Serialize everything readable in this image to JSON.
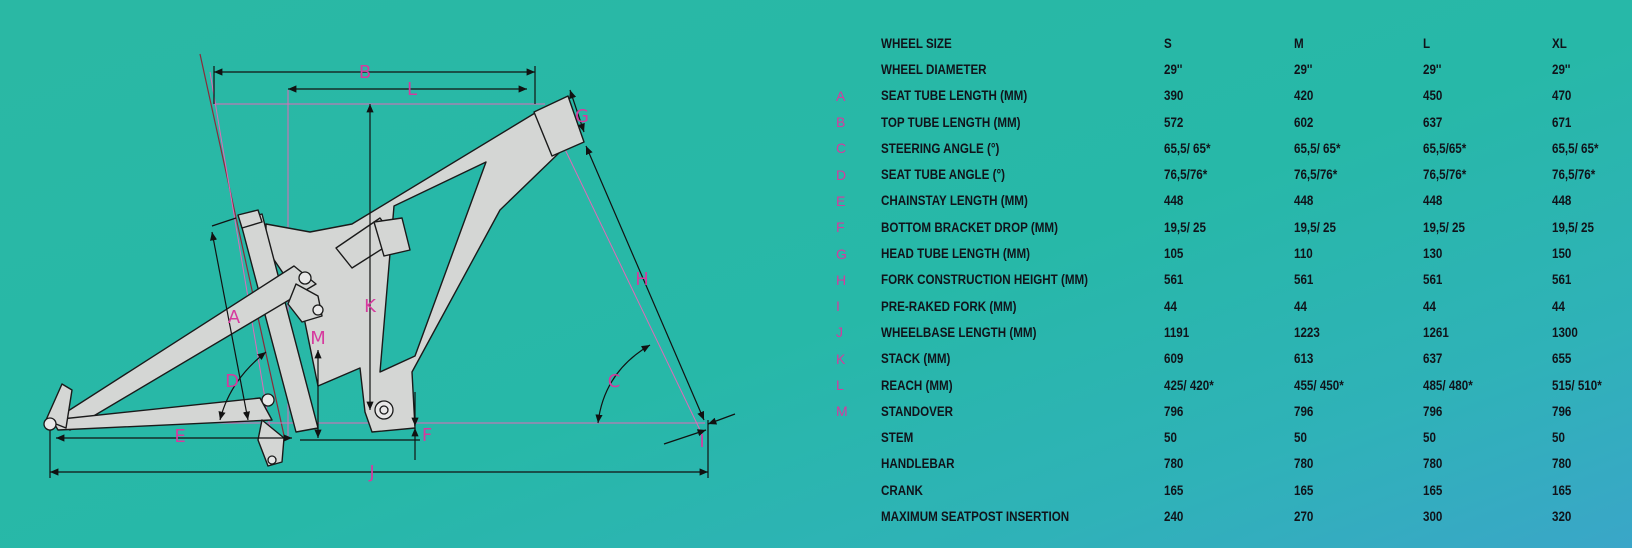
{
  "diagram": {
    "labels": {
      "A": "A",
      "B": "B",
      "C": "C",
      "D": "D",
      "E": "E",
      "F": "F",
      "G": "G",
      "H": "H",
      "I": "I",
      "J": "J",
      "K": "K",
      "L": "L",
      "M": "M"
    },
    "colors": {
      "frame": "#d4d6d4",
      "outline": "#1a1a1a",
      "dimension": "#111111",
      "label": "#d63a9e",
      "reference": "#e06ab8"
    }
  },
  "table": {
    "header": {
      "label": "WHEEL SIZE",
      "sizes": [
        "S",
        "M",
        "L",
        "XL"
      ]
    },
    "rows": [
      {
        "code": "",
        "label": "WHEEL DIAMETER",
        "values": [
          "29''",
          "29''",
          "29''",
          "29''"
        ]
      },
      {
        "code": "A",
        "label": "SEAT TUBE LENGTH (MM)",
        "values": [
          "390",
          "420",
          "450",
          "470"
        ]
      },
      {
        "code": "B",
        "label": "TOP TUBE LENGTH (MM)",
        "values": [
          "572",
          "602",
          "637",
          "671"
        ]
      },
      {
        "code": "C",
        "label": "STEERING ANGLE (°)",
        "values": [
          "65,5/ 65*",
          "65,5/ 65*",
          "65,5/65*",
          "65,5/ 65*"
        ]
      },
      {
        "code": "D",
        "label": "SEAT TUBE ANGLE (°)",
        "values": [
          "76,5/76*",
          "76,5/76*",
          "76,5/76*",
          "76,5/76*"
        ]
      },
      {
        "code": "E",
        "label": "CHAINSTAY LENGTH (MM)",
        "values": [
          "448",
          "448",
          "448",
          "448"
        ]
      },
      {
        "code": "F",
        "label": "BOTTOM BRACKET DROP (MM)",
        "values": [
          "19,5/ 25",
          "19,5/ 25",
          "19,5/ 25",
          "19,5/ 25"
        ]
      },
      {
        "code": "G",
        "label": "HEAD TUBE LENGTH (MM)",
        "values": [
          "105",
          "110",
          "130",
          "150"
        ]
      },
      {
        "code": "H",
        "label": "FORK CONSTRUCTION HEIGHT (MM)",
        "values": [
          "561",
          "561",
          "561",
          "561"
        ]
      },
      {
        "code": "I",
        "label": "PRE-RAKED FORK (MM)",
        "values": [
          "44",
          "44",
          "44",
          "44"
        ]
      },
      {
        "code": "J",
        "label": "WHEELBASE LENGTH (MM)",
        "values": [
          "1191",
          "1223",
          "1261",
          "1300"
        ]
      },
      {
        "code": "K",
        "label": "STACK (MM)",
        "values": [
          "609",
          "613",
          "637",
          "655"
        ]
      },
      {
        "code": "L",
        "label": "REACH (MM)",
        "values": [
          "425/ 420*",
          "455/ 450*",
          "485/ 480*",
          "515/ 510*"
        ]
      },
      {
        "code": "M",
        "label": "STANDOVER",
        "values": [
          "796",
          "796",
          "796",
          "796"
        ]
      },
      {
        "code": "",
        "label": "STEM",
        "values": [
          "50",
          "50",
          "50",
          "50"
        ]
      },
      {
        "code": "",
        "label": "HANDLEBAR",
        "values": [
          "780",
          "780",
          "780",
          "780"
        ]
      },
      {
        "code": "",
        "label": "CRANK",
        "values": [
          "165",
          "165",
          "165",
          "165"
        ]
      },
      {
        "code": "",
        "label": "MAXIMUM SEATPOST INSERTION",
        "values": [
          "240",
          "270",
          "300",
          "320"
        ]
      }
    ]
  }
}
